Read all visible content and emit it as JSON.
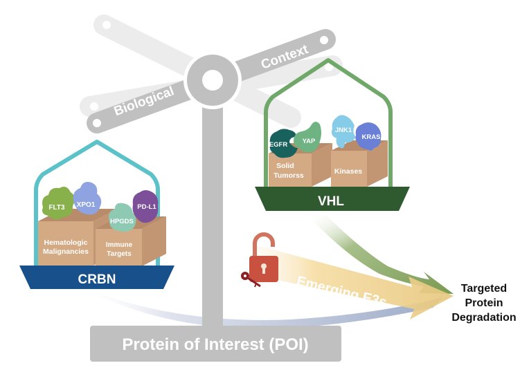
{
  "diagram": {
    "title": "Biological Context balance for Targeted Protein Degradation",
    "beam_labels": [
      "Biological",
      "Context"
    ],
    "base_label": "Protein of Interest (POI)",
    "target_label": [
      "Targeted",
      "Protein",
      "Degradation"
    ],
    "emerging_label": "Emerging E3s",
    "colors": {
      "scale_gray": "#c0c0c0",
      "scale_light_gray": "#ececec",
      "crbn_house": "#5bc2c9",
      "crbn_tray": "#17508a",
      "vhl_house": "#6fa869",
      "vhl_tray": "#2f5a2f",
      "box": "#d4aa85",
      "box_side": "#c39673",
      "box_top": "#b88c6a",
      "lock": "#c8513f",
      "arrow_green": "#7c9c55",
      "arrow_gold": "#f0cf86",
      "arrow_blue": "#9fadc8"
    },
    "left_pan": {
      "e3_label": "CRBN",
      "boxes": [
        {
          "label": [
            "Hematologic",
            "Malignancies"
          ]
        },
        {
          "label": [
            "Immune",
            "Targets"
          ]
        }
      ],
      "proteins": [
        {
          "name": "FLT3",
          "color": "#88b04b"
        },
        {
          "name": "XPO1",
          "color": "#8ea3e0"
        },
        {
          "name": "HPGDS",
          "color": "#8ec9b4"
        },
        {
          "name": "PD-L1",
          "color": "#7d4f99"
        }
      ]
    },
    "right_pan": {
      "e3_label": "VHL",
      "boxes": [
        {
          "label": [
            "Solid",
            "Tumorss"
          ]
        },
        {
          "label": [
            "Kinases"
          ]
        }
      ],
      "proteins": [
        {
          "name": "EGFR",
          "color": "#18615c"
        },
        {
          "name": "YAP",
          "color": "#6fb383"
        },
        {
          "name": "JNK1",
          "color": "#86cbe8"
        },
        {
          "name": "KRAS",
          "color": "#6a7fd6"
        }
      ]
    },
    "icons": [
      "open-padlock-icon",
      "key-icon"
    ]
  }
}
